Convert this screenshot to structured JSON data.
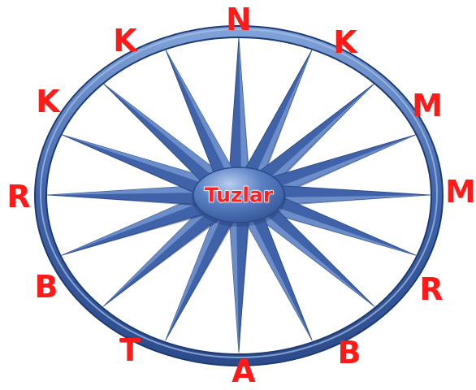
{
  "center_label": "Tuzlar",
  "directions": [
    {
      "id": "n",
      "text": "N"
    },
    {
      "id": "nne",
      "text": "K"
    },
    {
      "id": "ne",
      "text": "M"
    },
    {
      "id": "e",
      "text": "M"
    },
    {
      "id": "se",
      "text": "R"
    },
    {
      "id": "sse",
      "text": "B"
    },
    {
      "id": "s",
      "text": "A"
    },
    {
      "id": "ssw",
      "text": "T"
    },
    {
      "id": "sw",
      "text": "B"
    },
    {
      "id": "w",
      "text": "R"
    },
    {
      "id": "nw",
      "text": "K"
    },
    {
      "id": "nnw",
      "text": "K"
    }
  ],
  "colors": {
    "ring": "#4a6fb0",
    "spoke": "#3c5fa8",
    "hub": "#4a72b8",
    "label": "#ff1a1a"
  }
}
